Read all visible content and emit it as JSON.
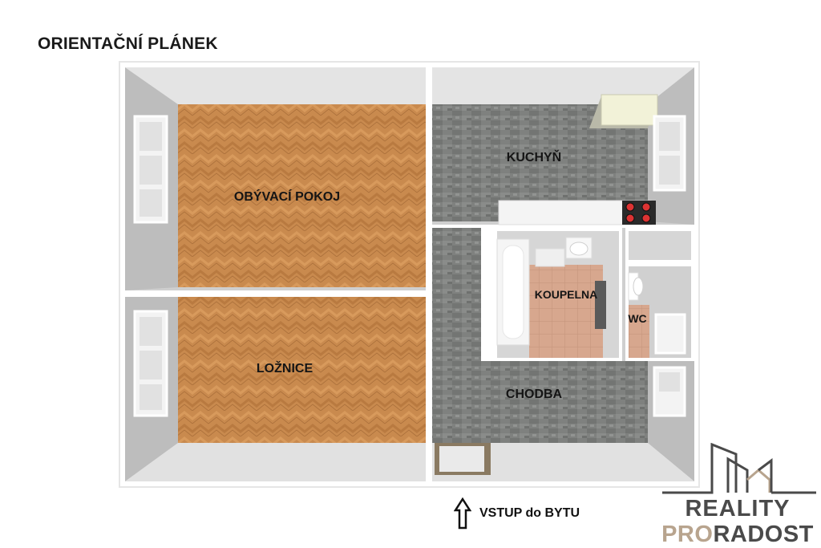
{
  "title": "ORIENTAČNÍ PLÁNEK",
  "rooms": {
    "living_room": "OBÝVACÍ POKOJ",
    "bedroom": "LOŽNICE",
    "kitchen": "KUCHYŇ",
    "bathroom": "KOUPELNA",
    "wc": "WC",
    "hallway": "CHODBA"
  },
  "entrance": {
    "label": "VSTUP do BYTU",
    "icon": "arrow-up-icon"
  },
  "logo": {
    "line1": "REALITY",
    "line2_part1": "PRO",
    "line2_part2": "RADOST"
  },
  "colors": {
    "wood": "#c98a4e",
    "tile_gray": "#7d7f7d",
    "bath_tile": "#d9a88f",
    "wall": "#d8d8d8",
    "logo_accent": "#b8a48e",
    "logo_dark": "#4a4a4a"
  }
}
